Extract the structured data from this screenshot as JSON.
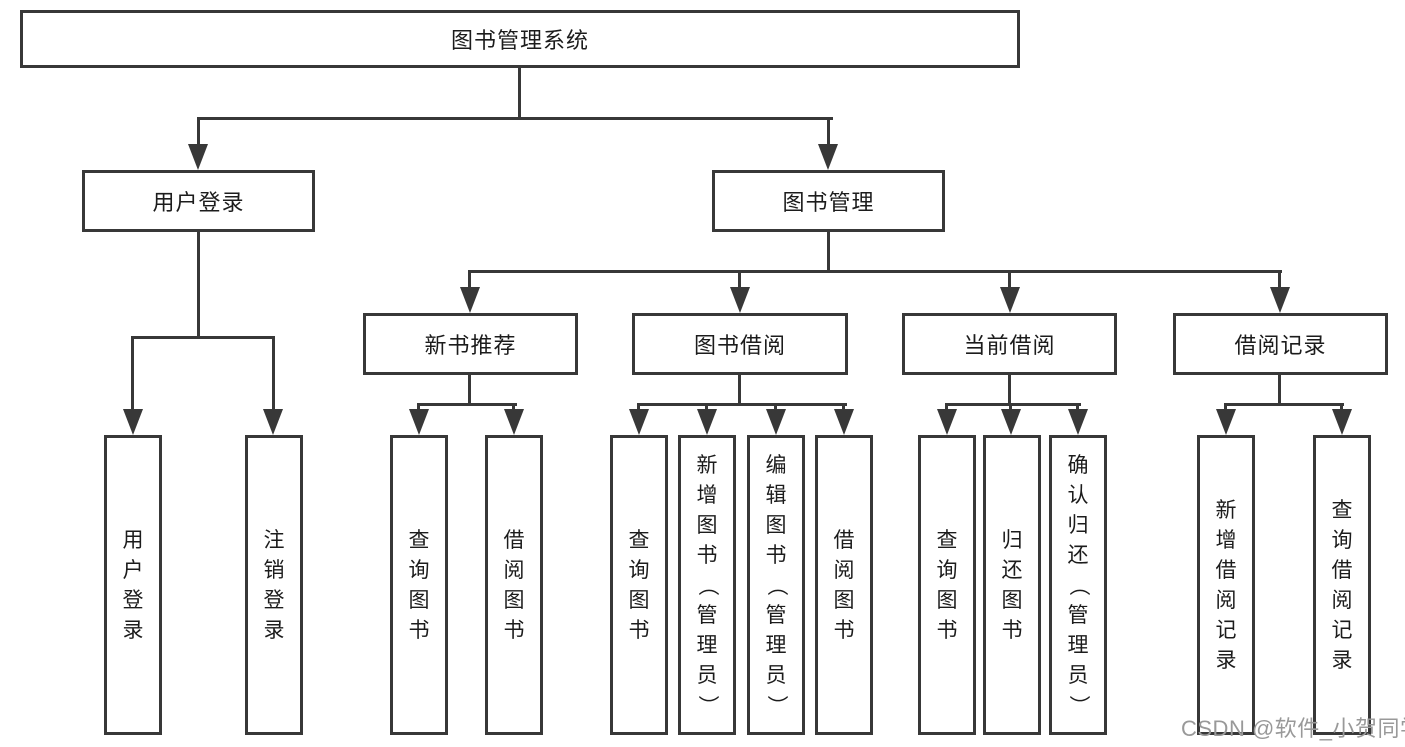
{
  "tree": {
    "root": {
      "label": "图书管理系统"
    },
    "branches": [
      {
        "label": "用户登录",
        "children": [
          {
            "label": "用户登录"
          },
          {
            "label": "注销登录"
          }
        ]
      },
      {
        "label": "图书管理",
        "groups": [
          {
            "label": "新书推荐",
            "children": [
              {
                "label": "查询图书"
              },
              {
                "label": "借阅图书"
              }
            ]
          },
          {
            "label": "图书借阅",
            "children": [
              {
                "label": "查询图书"
              },
              {
                "label": "新增图书（管理员）"
              },
              {
                "label": "编辑图书（管理员）"
              },
              {
                "label": "借阅图书"
              }
            ]
          },
          {
            "label": "当前借阅",
            "children": [
              {
                "label": "查询图书"
              },
              {
                "label": "归还图书"
              },
              {
                "label": "确认归还（管理员）"
              }
            ]
          },
          {
            "label": "借阅记录",
            "children": [
              {
                "label": "新增借阅记录"
              },
              {
                "label": "查询借阅记录"
              }
            ]
          }
        ]
      }
    ]
  },
  "watermark": {
    "text": "CSDN @软件_小贺同学"
  },
  "colors": {
    "line": "#383838",
    "text": "#1c1c1c",
    "box_background": "#ffffff",
    "watermark": "#999999"
  }
}
